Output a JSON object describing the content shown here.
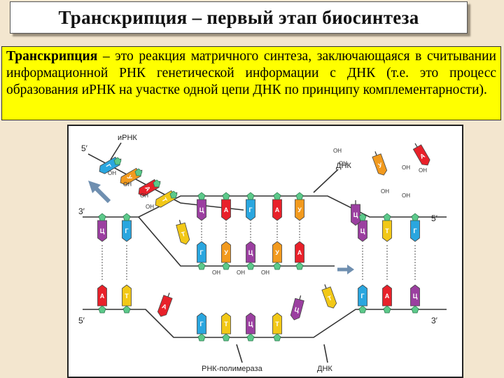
{
  "slide": {
    "title": "Транскрипция – первый этап биосинтеза",
    "definition": {
      "term": "Транскрипция",
      "text": " – это реакция матричного синтеза, заключающаяся в считывании информационной РНК генетической информации с ДНК (т.е. это процесс образования иРНК на участке одной цепи ДНК по принципу комплементарности)."
    }
  },
  "diagram": {
    "labels": {
      "mrna": "иРНК",
      "dna_top": "ДНК",
      "dna_bottom": "ДНК",
      "polymerase": "РНК-полимераза",
      "end5_mrna": "5′",
      "end3_top_left": "3′",
      "end5_top_right": "5′",
      "end5_bottom_left": "5′",
      "end3_bottom_right": "3′",
      "oh": "ОН"
    },
    "colors": {
      "A": "#e8212a",
      "T": "#f2c817",
      "G": "#2aa6df",
      "C": "#9b3fa0",
      "U": "#f29a1e",
      "backbone_node": "#5cc98a",
      "strand": "#333333",
      "arrow": "#6f8fb0"
    },
    "mrna_chain": [
      {
        "base": "Г"
      },
      {
        "base": "У"
      },
      {
        "base": "А"
      },
      {
        "base": "Т"
      }
    ],
    "upper_dna_left": [
      "Ц",
      "Г"
    ],
    "lower_dna_left": [
      "А",
      "Т"
    ],
    "open_region_top": [
      "Ц",
      "А",
      "Г",
      "А",
      "У"
    ],
    "open_region_mrna": [
      "Г",
      "У",
      "Ц",
      "У",
      "А"
    ],
    "open_region_bottom": [
      "Г",
      "Т",
      "Ц",
      "Т"
    ],
    "right_top": [
      "Ц",
      "Т",
      "Г"
    ],
    "right_bottom": [
      "Г",
      "А",
      "Ц"
    ],
    "free_nucleotides": [
      {
        "base": "А"
      },
      {
        "base": "У"
      },
      {
        "base": "Ц"
      },
      {
        "base": "А"
      },
      {
        "base": "Т"
      },
      {
        "base": "Ц"
      },
      {
        "base": "Т"
      }
    ]
  }
}
